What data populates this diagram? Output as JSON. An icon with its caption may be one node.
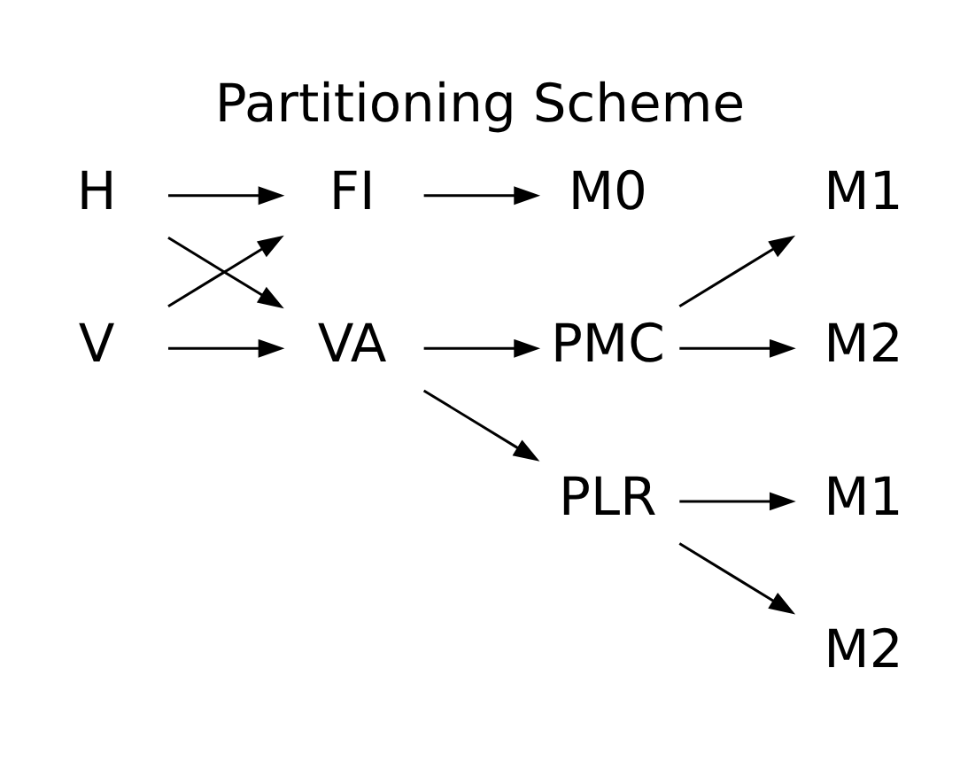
{
  "diagram": {
    "title": "Partitioning Scheme",
    "nodes": [
      {
        "text": [
          "H"
        ]
      },
      {
        "text": [
          "V"
        ]
      },
      {
        "text": [
          "FI"
        ]
      },
      {
        "text": [
          "VA"
        ]
      },
      {
        "text": [
          "M0"
        ]
      },
      {
        "text": [
          "PLR"
        ]
      },
      {
        "text": [
          "PMC"
        ]
      },
      {
        "text": [
          "M1"
        ]
      },
      {
        "text": [
          "M2"
        ]
      },
      {
        "text": [
          "M1"
        ]
      },
      {
        "text": [
          "M2"
        ]
      }
    ],
    "edges": [
      {
        "from": 0,
        "to": 2,
        "arrow": "to"
      },
      {
        "from": 0,
        "to": 3,
        "arrow": "to"
      },
      {
        "from": 1,
        "to": 2,
        "arrow": "to"
      },
      {
        "from": 1,
        "to": 3,
        "arrow": "to"
      },
      {
        "from": 2,
        "to": 4,
        "arrow": "to"
      },
      {
        "from": 3,
        "to": 5,
        "arrow": "to"
      },
      {
        "from": 3,
        "to": 6,
        "arrow": "to"
      },
      {
        "from": 5,
        "to": 7,
        "arrow": "to"
      },
      {
        "from": 5,
        "to": 8,
        "arrow": "to"
      },
      {
        "from": 6,
        "to": 9,
        "arrow": "to"
      },
      {
        "from": 6,
        "to": 10,
        "arrow": "to"
      }
    ]
  }
}
